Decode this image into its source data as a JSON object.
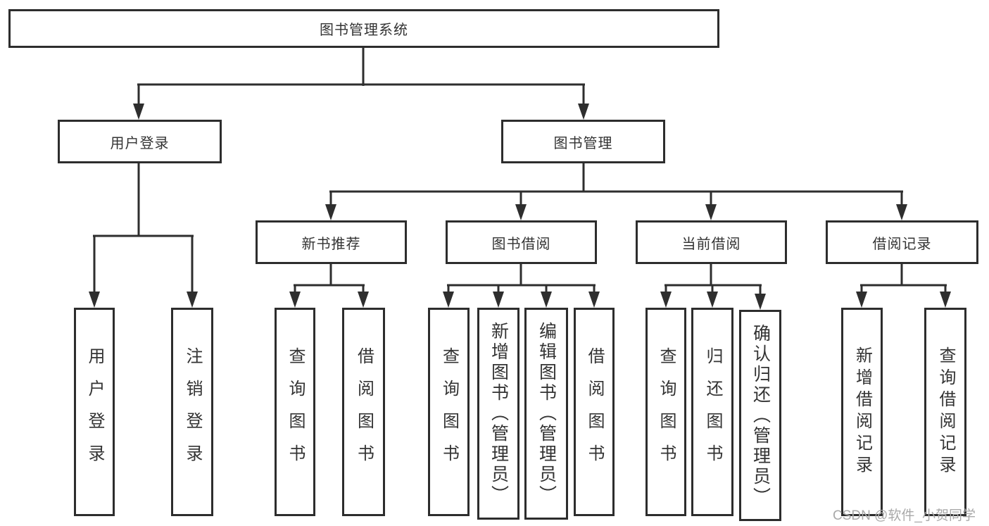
{
  "tree": {
    "root": {
      "label": "图书管理系统"
    },
    "children": [
      {
        "label": "用户登录",
        "children": [
          {
            "label": "用户登录"
          },
          {
            "label": "注销登录"
          }
        ]
      },
      {
        "label": "图书管理",
        "children": [
          {
            "label": "新书推荐",
            "children": [
              {
                "label": "查询图书"
              },
              {
                "label": "借阅图书"
              }
            ]
          },
          {
            "label": "图书借阅",
            "children": [
              {
                "label": "查询图书"
              },
              {
                "label": "新增图书（管理员）"
              },
              {
                "label": "编辑图书（管理员）"
              },
              {
                "label": "借阅图书"
              }
            ]
          },
          {
            "label": "当前借阅",
            "children": [
              {
                "label": "查询图书"
              },
              {
                "label": "归还图书"
              },
              {
                "label": "确认归还（管理员）"
              }
            ]
          },
          {
            "label": "借阅记录",
            "children": [
              {
                "label": "新增借阅记录"
              },
              {
                "label": "查询借阅记录"
              }
            ]
          }
        ]
      }
    ]
  },
  "watermark": {
    "text": "CSDN @软件_小贺同学"
  },
  "colors": {
    "line": "#2e2e2e",
    "box_border": "#2d2d2d",
    "text": "#333333",
    "watermark": "#a9a9a9",
    "background": "#ffffff"
  }
}
